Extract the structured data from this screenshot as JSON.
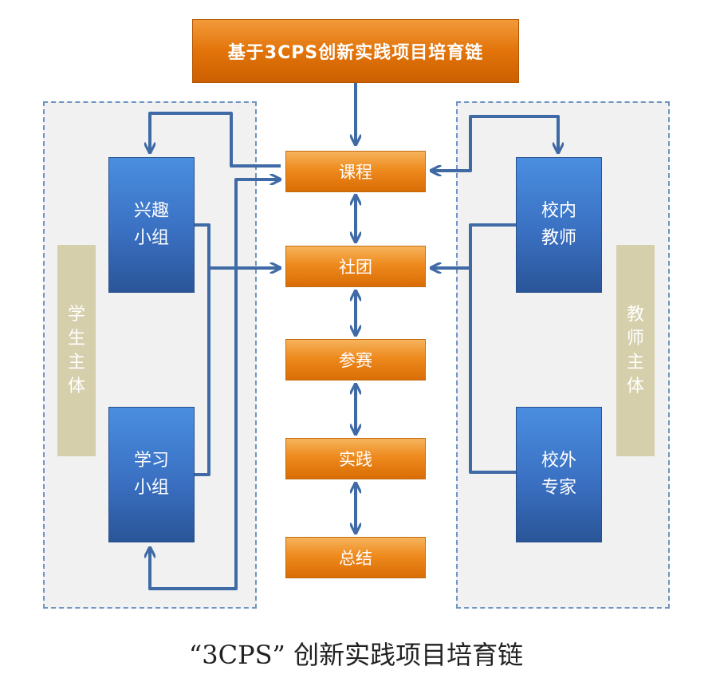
{
  "title": "基于3CPS创新实践项目培育链",
  "chain": [
    "课程",
    "社团",
    "参赛",
    "实践",
    "总结"
  ],
  "student_panel": {
    "label": [
      "学",
      "生",
      "主",
      "体"
    ],
    "group1": [
      "兴趣",
      "小组"
    ],
    "group2": [
      "学习",
      "小组"
    ]
  },
  "teacher_panel": {
    "label": [
      "教",
      "师",
      "主",
      "体"
    ],
    "group1": [
      "校内",
      "教师"
    ],
    "group2": [
      "校外",
      "专家"
    ]
  },
  "caption": "“3CPS” 创新实践项目培育链",
  "colors": {
    "orange": "#ee8a1e",
    "blue": "#3a70c2",
    "arrow": "#3f6aa5",
    "side_label": "#d6cfac",
    "panel_border": "#6f95c2"
  }
}
